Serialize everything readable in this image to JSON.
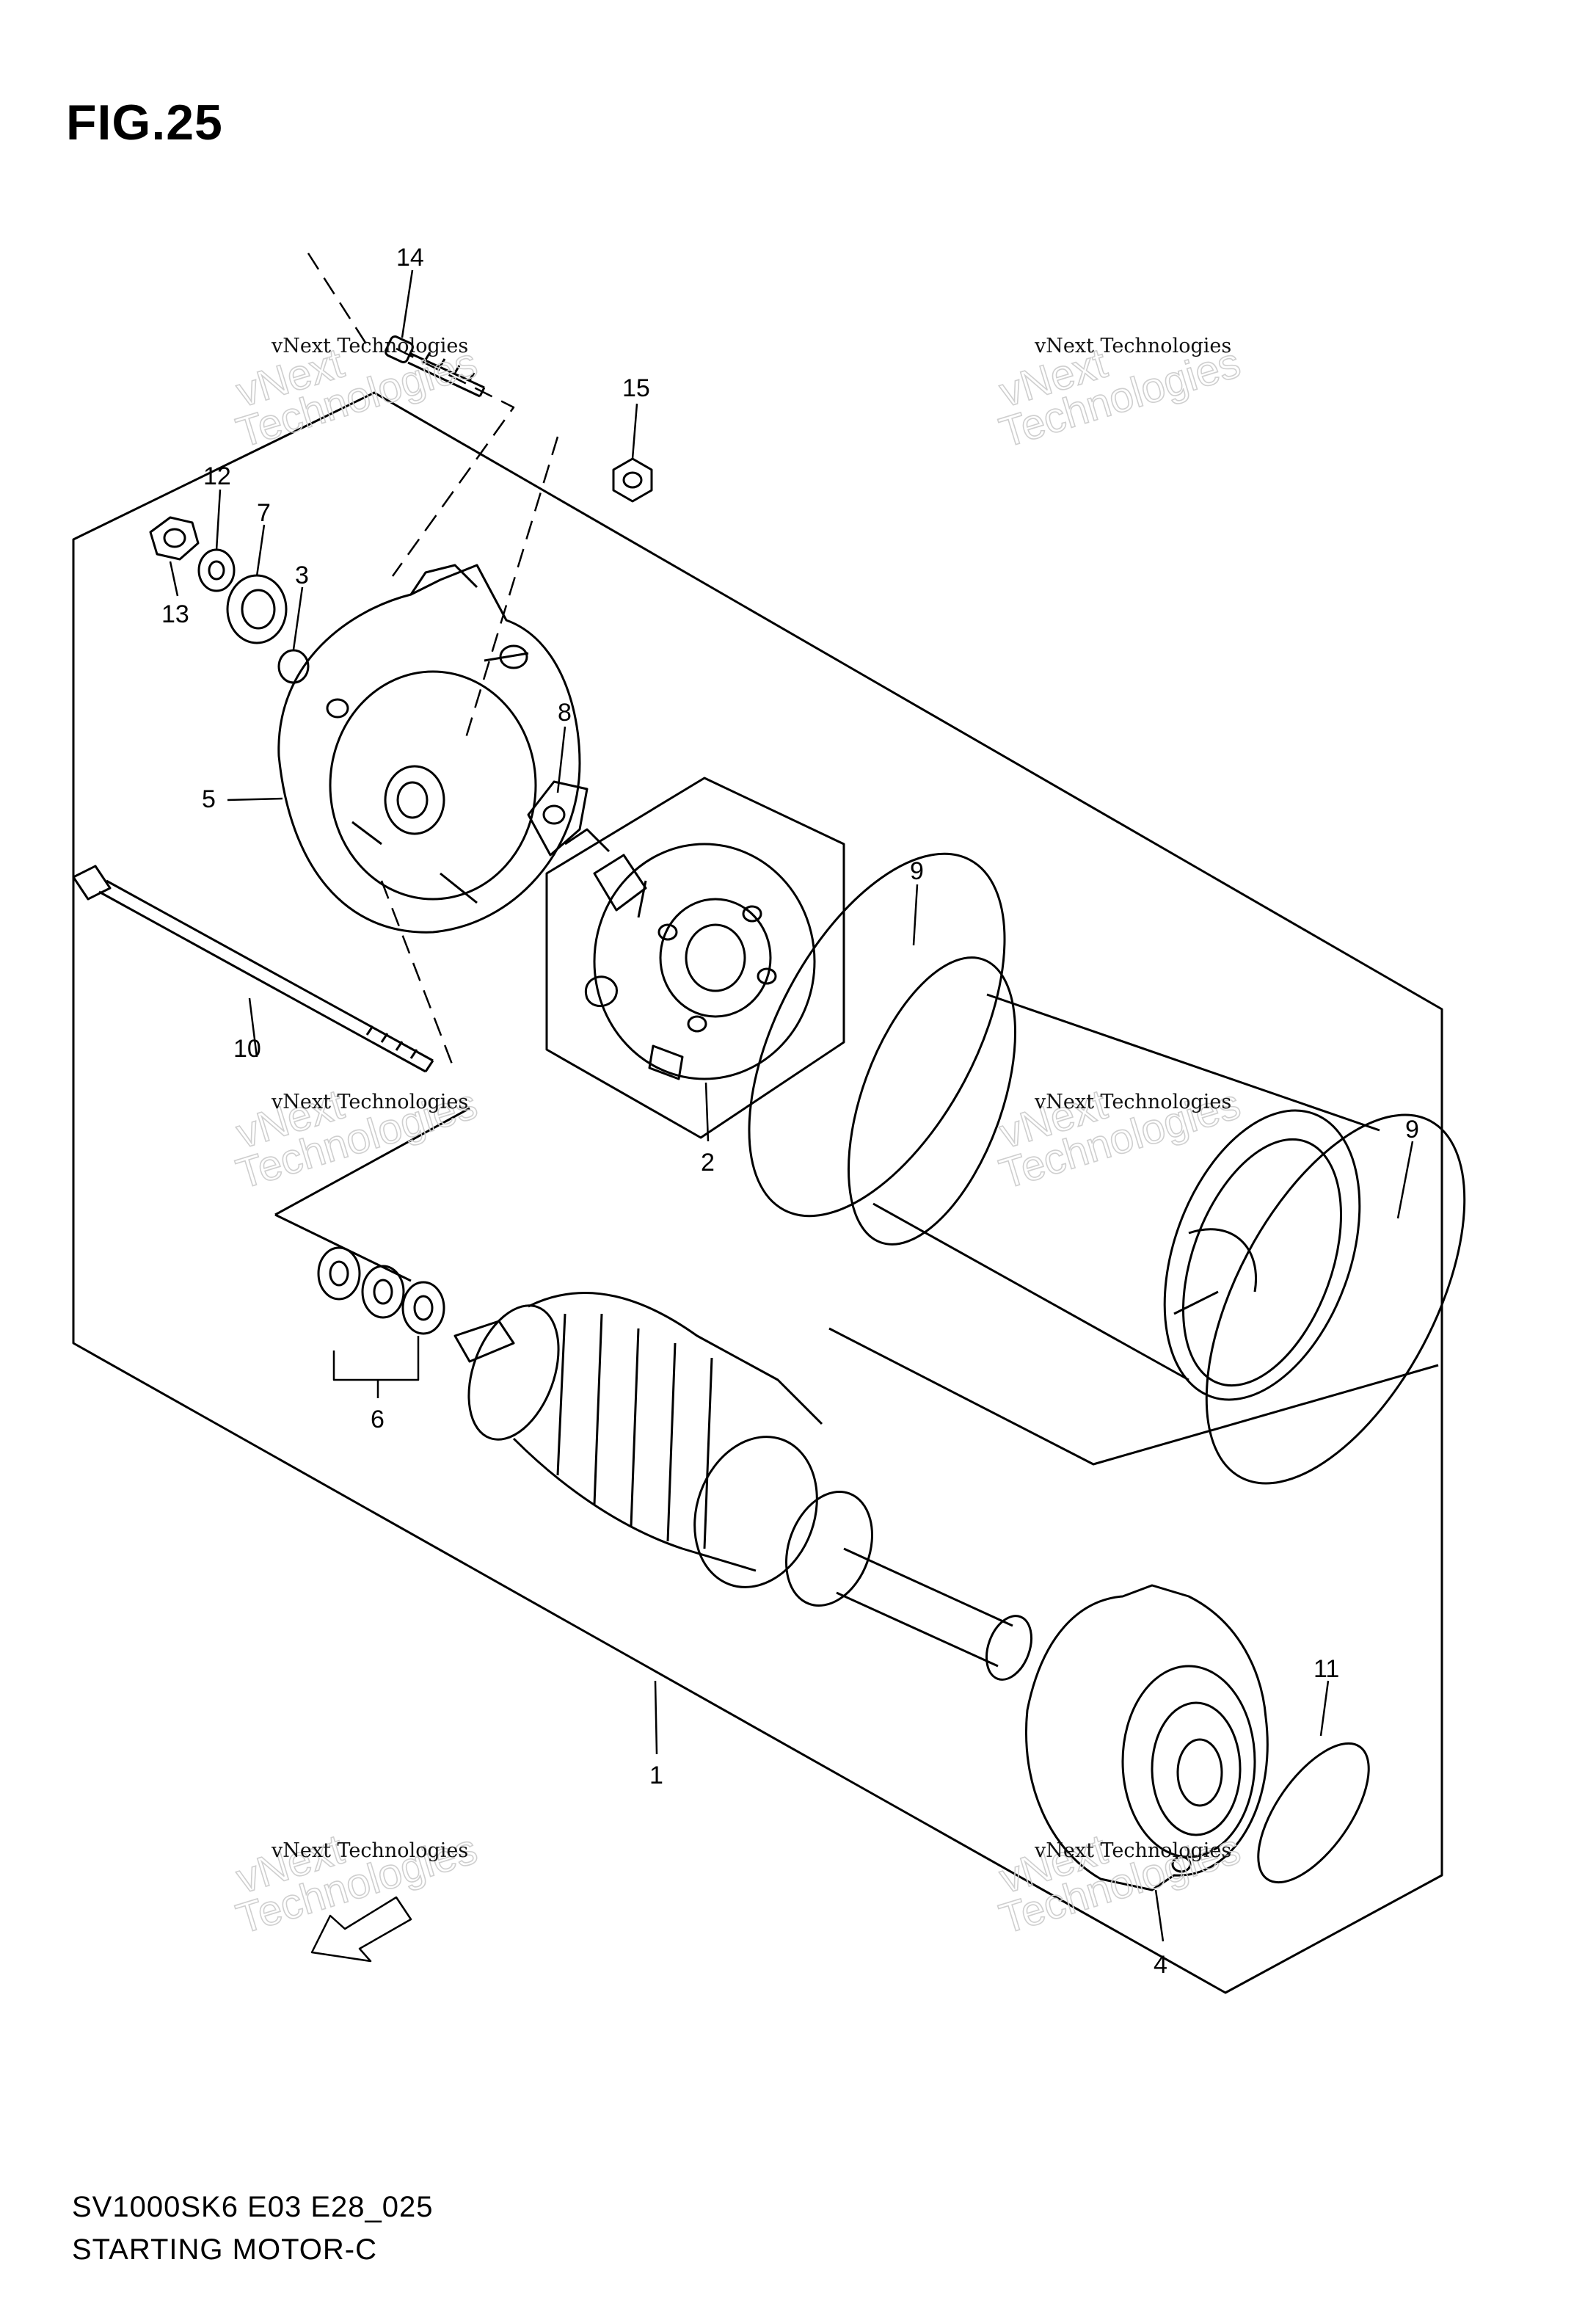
{
  "figure": {
    "title": "FIG.25"
  },
  "callouts": [
    "14",
    "15",
    "12",
    "7",
    "3",
    "13",
    "8",
    "5",
    "9",
    "10",
    "2",
    "9",
    "6",
    "1",
    "11",
    "4"
  ],
  "watermark": {
    "line": "vNext Technologies",
    "outline_top": "vNext",
    "outline_bottom": "Technologies"
  },
  "footer": {
    "code": "SV1000SK6 E03 E28_025",
    "name": "STARTING MOTOR-C"
  }
}
